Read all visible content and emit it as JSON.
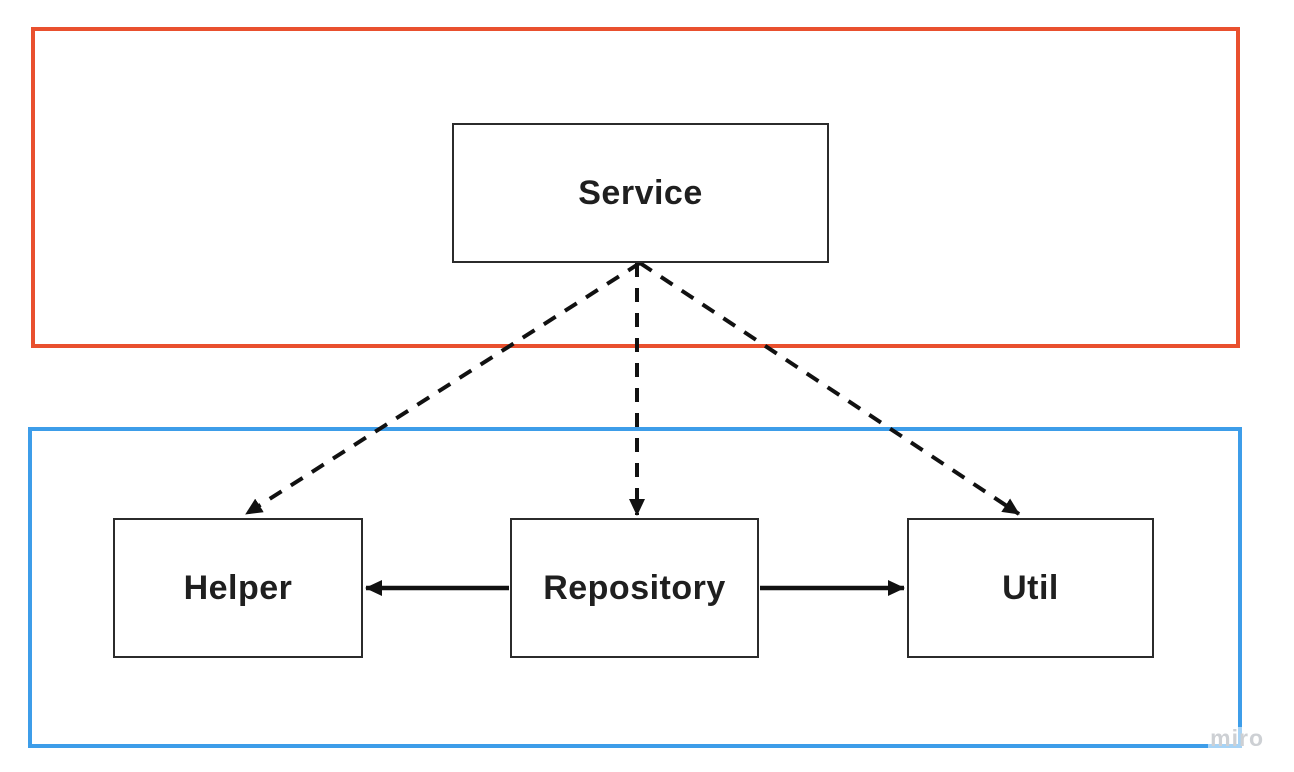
{
  "app": {
    "watermark_label": "miro"
  },
  "diagram": {
    "frames": [
      {
        "name": "top-frame",
        "color": "#e9502e"
      },
      {
        "name": "bottom-frame",
        "color": "#3d9de9"
      }
    ],
    "nodes": [
      {
        "id": "service",
        "label": "Service"
      },
      {
        "id": "helper",
        "label": "Helper"
      },
      {
        "id": "repository",
        "label": "Repository"
      },
      {
        "id": "util",
        "label": "Util"
      }
    ],
    "edges": [
      {
        "from": "Service",
        "to": "Helper",
        "style": "dashed-arrow"
      },
      {
        "from": "Service",
        "to": "Repository",
        "style": "dashed-arrow"
      },
      {
        "from": "Service",
        "to": "Util",
        "style": "dashed-arrow"
      },
      {
        "from": "Repository",
        "to": "Helper",
        "style": "solid-arrow"
      },
      {
        "from": "Repository",
        "to": "Util",
        "style": "solid-arrow"
      }
    ],
    "colors": {
      "edge_line": "#111111",
      "node_border": "#2b2b2b",
      "node_text": "#1f1f1f",
      "watermark_text": "#cdd0d4"
    }
  }
}
